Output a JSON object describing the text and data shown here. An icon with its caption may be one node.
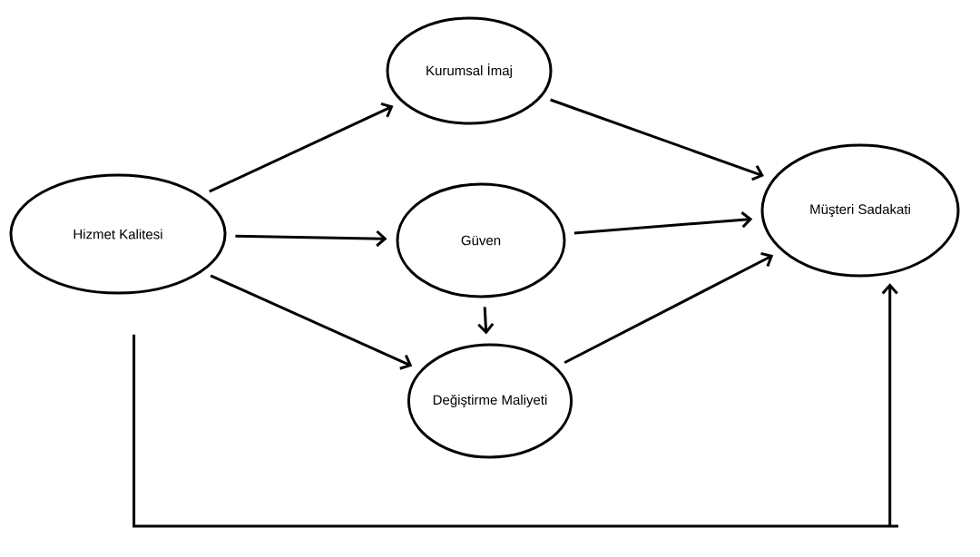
{
  "diagram": {
    "nodes": [
      {
        "text": [
          "Hizmet Kalitesi"
        ]
      },
      {
        "text": [
          "Kurumsal İmaj"
        ]
      },
      {
        "text": [
          "Güven"
        ]
      },
      {
        "text": [
          "Değiştirme Maliyeti"
        ]
      },
      {
        "text": [
          "Müşteri Sadakati"
        ]
      }
    ],
    "edges": [
      {
        "from": 0,
        "to": 1,
        "arrow": "to"
      },
      {
        "from": 0,
        "to": 2,
        "arrow": "to"
      },
      {
        "from": 0,
        "to": 3,
        "arrow": "to"
      },
      {
        "from": 1,
        "to": 4,
        "arrow": "to"
      },
      {
        "from": 2,
        "to": 4,
        "arrow": "to"
      },
      {
        "from": 2,
        "to": 3,
        "arrow": "to"
      },
      {
        "from": 3,
        "to": 4,
        "arrow": "to"
      },
      {
        "from": 0,
        "to": 4,
        "arrow": "to"
      }
    ]
  }
}
